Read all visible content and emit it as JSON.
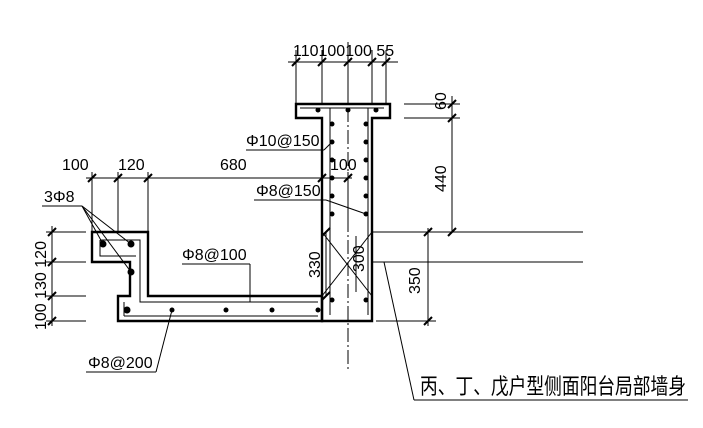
{
  "top_dims": [
    "110",
    "100",
    "100",
    "55"
  ],
  "top_dims_combined": "110100100 55",
  "right_dims": {
    "d60": "60",
    "d440": "440",
    "d350": "350"
  },
  "upper_left_dims": {
    "d100": "100",
    "d120": "120",
    "d680": "680",
    "d100b": "100"
  },
  "left_dims_combined": "100 130 120",
  "inner_dims": {
    "d330": "330",
    "d300": "300"
  },
  "rebar_labels": {
    "r_10_150": "Φ10@150",
    "r_8_150": "Φ8@150",
    "r_3_8": "3Φ8",
    "r_8_100": "Φ8@100",
    "r_8_200": "Φ8@200"
  },
  "caption": "丙、丁、戊户型侧面阳台局部墙身"
}
